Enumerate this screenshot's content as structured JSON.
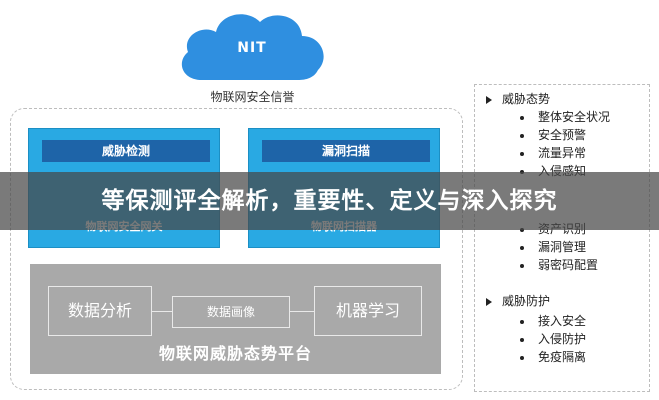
{
  "cloud": {
    "label": "NIT",
    "caption": "物联网安全信誉"
  },
  "devices": [
    {
      "bar": "威胁检测",
      "label": "物联网安全网关"
    },
    {
      "bar": "漏洞扫描",
      "label": "物联网扫描器"
    }
  ],
  "platform": {
    "left_box": "数据分析",
    "middle_box": "数据画像",
    "right_box": "机器学习",
    "title": "物联网威胁态势平台"
  },
  "side_panel": {
    "groups": [
      {
        "title": "威胁态势",
        "items": [
          "整体安全状况",
          "安全预警",
          "流量异常",
          "入侵感知"
        ]
      },
      {
        "title": "",
        "items": [
          "资产识别",
          "漏洞管理",
          "弱密码配置"
        ]
      },
      {
        "title": "威胁防护",
        "items": [
          "接入安全",
          "入侵防护",
          "免疫隔离"
        ]
      }
    ]
  },
  "banner": {
    "text": "等保测评全解析，重要性、定义与深入探究"
  },
  "colors": {
    "device_blue": "#29a9e3",
    "device_bar": "#1e64a8",
    "cloud_blue": "#2f8fe0",
    "platform_gray": "#a9a9a9"
  }
}
